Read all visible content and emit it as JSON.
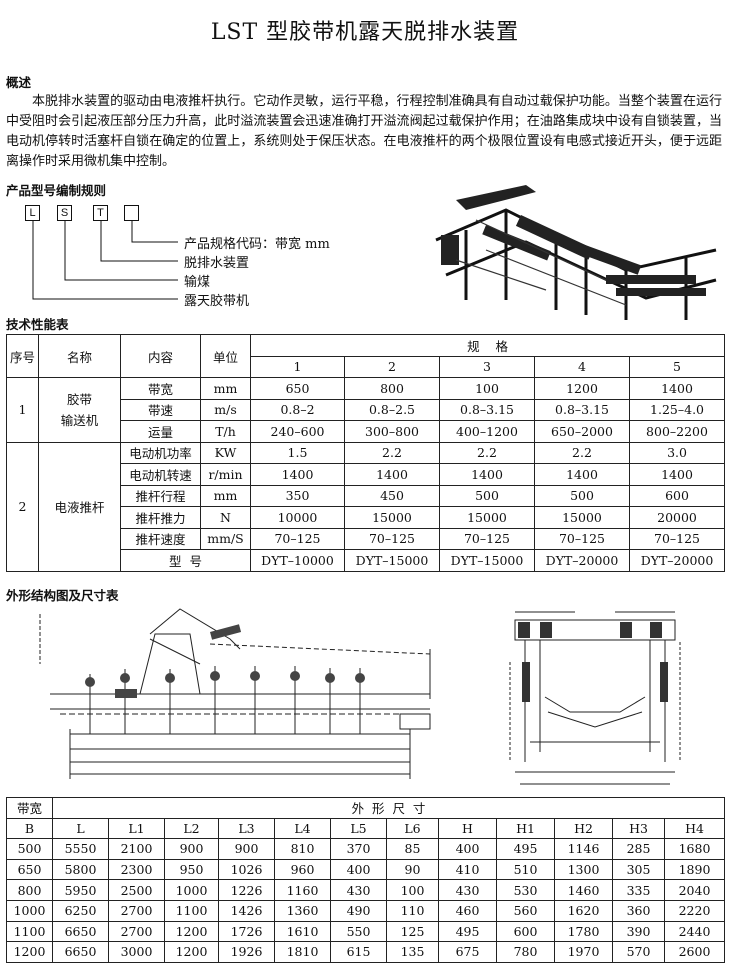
{
  "title": "LST 型胶带机露天脱排水装置",
  "overview": {
    "heading": "概述",
    "body": "本脱排水装置的驱动由电液推杆执行。它动作灵敏，运行平稳，行程控制准确具有自动过载保护功能。当整个装置在运行中受阻时会引起液压部分压力升高，此时溢流装置会迅速准确打开溢流阀起过载保护作用；在油路集成块中设有自锁装置，当电动机停转时活塞杆自锁在确定的位置上，系统则处于保压状态。在电液推杆的两个极限位置设有电感式接近开头，便于远距离操作时采用微机集中控制。"
  },
  "model": {
    "heading": "产品型号编制规则",
    "boxes": [
      "L",
      "S",
      "T",
      ""
    ],
    "labels": [
      "产品规格代码：带宽 mm",
      "脱排水装置",
      "输煤",
      "露天胶带机"
    ]
  },
  "spec": {
    "heading": "技术性能表",
    "headers": {
      "no": "序号",
      "name": "名称",
      "content": "内容",
      "unit": "单位",
      "spec": "规    格"
    },
    "columns": [
      "1",
      "2",
      "3",
      "4",
      "5"
    ],
    "groups": [
      {
        "no": "1",
        "name": "胶带\n输送机",
        "rows": [
          {
            "content": "带宽",
            "unit": "mm",
            "values": [
              "650",
              "800",
              "100",
              "1200",
              "1400"
            ]
          },
          {
            "content": "带速",
            "unit": "m/s",
            "values": [
              "0.8–2",
              "0.8–2.5",
              "0.8–3.15",
              "0.8–3.15",
              "1.25–4.0"
            ]
          },
          {
            "content": "运量",
            "unit": "T/h",
            "values": [
              "240–600",
              "300–800",
              "400–1200",
              "650–2000",
              "800–2200"
            ]
          }
        ]
      },
      {
        "no": "2",
        "name": "电液推杆",
        "rows": [
          {
            "content": "电动机功率",
            "unit": "KW",
            "values": [
              "1.5",
              "2.2",
              "2.2",
              "2.2",
              "3.0"
            ]
          },
          {
            "content": "电动机转速",
            "unit": "r/min",
            "values": [
              "1400",
              "1400",
              "1400",
              "1400",
              "1400"
            ]
          },
          {
            "content": "推杆行程",
            "unit": "mm",
            "values": [
              "350",
              "450",
              "500",
              "500",
              "600"
            ]
          },
          {
            "content": "推杆推力",
            "unit": "N",
            "values": [
              "10000",
              "15000",
              "15000",
              "15000",
              "20000"
            ]
          },
          {
            "content": "推杆速度",
            "unit": "mm/S",
            "values": [
              "70–125",
              "70–125",
              "70–125",
              "70–125",
              "70–125"
            ]
          }
        ]
      }
    ],
    "model_row": {
      "label": "型  号",
      "values": [
        "DYT–10000",
        "DYT–15000",
        "DYT–15000",
        "DYT–20000",
        "DYT–20000"
      ]
    }
  },
  "dims": {
    "heading": "外形结构图及尺寸表",
    "header_b": "带宽",
    "header_b2": "B",
    "header_span": "外  形  尺  寸",
    "columns": [
      "L",
      "L1",
      "L2",
      "L3",
      "L4",
      "L5",
      "L6",
      "H",
      "H1",
      "H2",
      "H3",
      "H4"
    ],
    "rows": [
      [
        "500",
        "5550",
        "2100",
        "900",
        "900",
        "810",
        "370",
        "85",
        "400",
        "495",
        "1146",
        "285",
        "1680"
      ],
      [
        "650",
        "5800",
        "2300",
        "950",
        "1026",
        "960",
        "400",
        "90",
        "410",
        "510",
        "1300",
        "305",
        "1890"
      ],
      [
        "800",
        "5950",
        "2500",
        "1000",
        "1226",
        "1160",
        "430",
        "100",
        "430",
        "530",
        "1460",
        "335",
        "2040"
      ],
      [
        "1000",
        "6250",
        "2700",
        "1100",
        "1426",
        "1360",
        "490",
        "110",
        "460",
        "560",
        "1620",
        "360",
        "2220"
      ],
      [
        "1100",
        "6650",
        "2700",
        "1200",
        "1726",
        "1610",
        "550",
        "125",
        "495",
        "600",
        "1780",
        "390",
        "2440"
      ],
      [
        "1200",
        "6650",
        "3000",
        "1200",
        "1926",
        "1810",
        "615",
        "135",
        "675",
        "780",
        "1970",
        "570",
        "2600"
      ]
    ]
  }
}
